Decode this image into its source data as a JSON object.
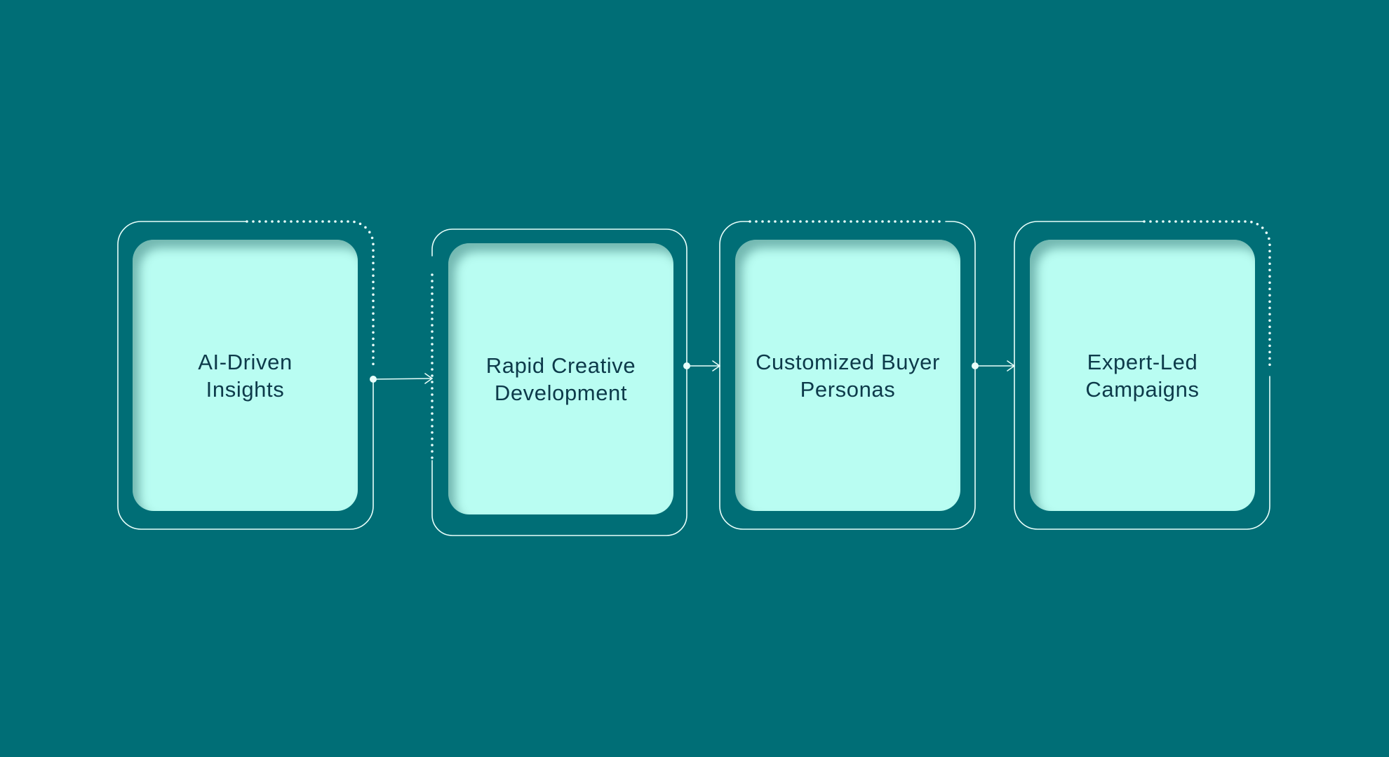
{
  "diagram": {
    "steps": [
      {
        "label": "AI-Driven\nInsights"
      },
      {
        "label": "Rapid Creative\nDevelopment"
      },
      {
        "label": "Customized Buyer\nPersonas"
      },
      {
        "label": "Expert-Led\nCampaigns"
      }
    ]
  },
  "colors": {
    "background": "#006e76",
    "card_fill": "#b9fdf2",
    "text": "#0d3a4a",
    "line": "#e8fffb"
  }
}
